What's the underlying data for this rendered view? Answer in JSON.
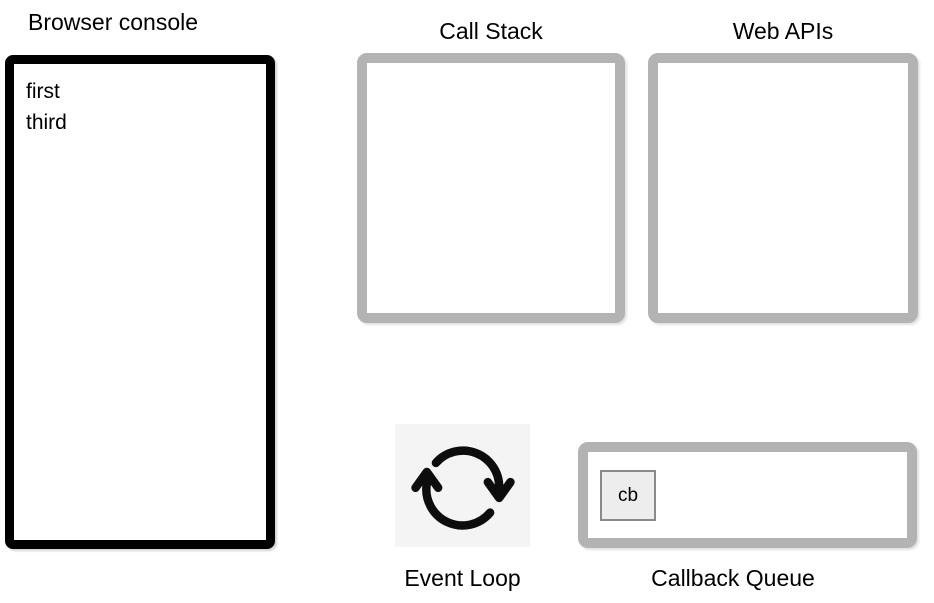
{
  "browser_console": {
    "label": "Browser console",
    "log_lines": [
      "first",
      "third"
    ]
  },
  "call_stack": {
    "label": "Call Stack",
    "frames": []
  },
  "web_apis": {
    "label": "Web APIs",
    "tasks": []
  },
  "event_loop": {
    "label": "Event Loop",
    "icon": "cycle-arrows-icon"
  },
  "callback_queue": {
    "label": "Callback Queue",
    "items": [
      {
        "label": "cb"
      }
    ]
  },
  "colors": {
    "background": "#ffffff",
    "panel_border_gray": "#b3b3b3",
    "console_border_black": "#000000",
    "event_loop_icon_background": "#f4f4f4",
    "queue_item_fill": "#ededed",
    "queue_item_border": "#8a8a8a",
    "text": "#000000"
  }
}
